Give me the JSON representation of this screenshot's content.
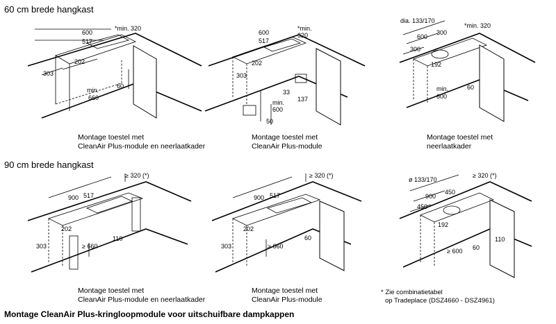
{
  "headings": {
    "cm60": "60 cm brede hangkast",
    "cm90": "90 cm brede hangkast"
  },
  "captions": {
    "a1": [
      "Montage toestel met",
      "CleanAir Plus-module en neerlaatkader"
    ],
    "a2": [
      "Montage toestel met",
      "CleanAir Plus-module"
    ],
    "a3": [
      "Montage toestel met",
      "neerlaatkader"
    ],
    "b1": [
      "Montage toestel met",
      "CleanAir Plus-module en neerlaatkader"
    ],
    "b2": [
      "Montage toestel met",
      "CleanAir Plus-module"
    ]
  },
  "footnote": [
    "* Zie combinatietabel",
    "op Tradeplace (DSZ4660 - DSZ4961)"
  ],
  "bottom_title": "Montage CleanAir Plus-kringloopmodule voor uitschuifbare dampkappen",
  "dims": {
    "a1": {
      "w600": "600",
      "w517": "517",
      "min320": "*min. 320",
      "d202": "202",
      "d303": "303",
      "min660": [
        "min.",
        "660"
      ],
      "d60": "60"
    },
    "a2": {
      "w600": "600",
      "w517": "517",
      "min320": [
        "*min.",
        "320"
      ],
      "d202": "202",
      "d303": "303",
      "d33": "33",
      "d137": "137",
      "min600": [
        "min.",
        "600"
      ],
      "d50": "50"
    },
    "a3": {
      "dia": "dia. 133/170",
      "d300a": "300",
      "d600": "600",
      "d300b": "300",
      "min320": "*min. 320",
      "d192": "192",
      "min600": [
        "min.",
        "600"
      ],
      "d60": "60"
    },
    "b1": {
      "ge320": "≥ 320 (*)",
      "w900": "900",
      "w517": "517",
      "d202": "202",
      "d303": "303",
      "ge660": "≥ 660",
      "d110": "110"
    },
    "b2": {
      "ge320": "≥ 320 (*)",
      "w900": "900",
      "w517": "517",
      "d202": "202",
      "d303": "303",
      "ge660": "≥ 660",
      "d60": "60"
    },
    "b3": {
      "dia": "ø 133/170",
      "ge320": "≥ 320 (*)",
      "d450a": "450",
      "d900": "900",
      "d450b": "450",
      "d192": "192",
      "ge600": "≥ 600",
      "d60": "60",
      "d110": "110"
    }
  }
}
